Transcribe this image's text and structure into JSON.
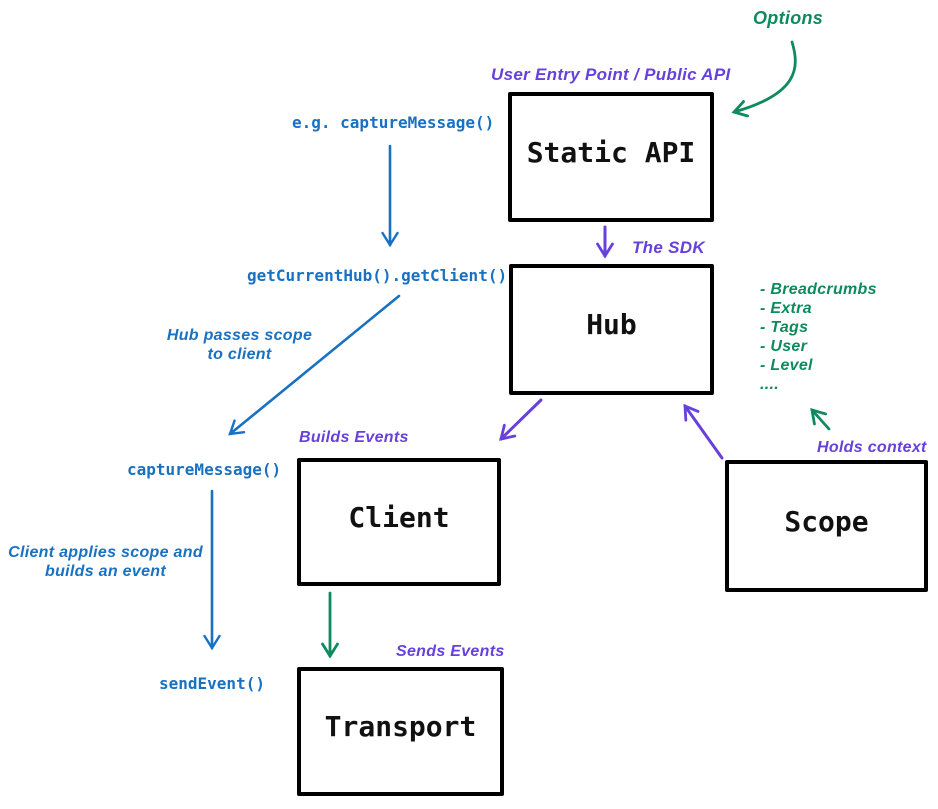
{
  "colors": {
    "blue": "#1971c2",
    "purple": "#6741d9",
    "green": "#0e8a5e",
    "box_border": "#000000",
    "box_text": "#111111",
    "background": "#ffffff"
  },
  "nodes": {
    "static_api": "Static API",
    "hub": "Hub",
    "client": "Client",
    "scope": "Scope",
    "transport": "Transport"
  },
  "annotations": {
    "options": "Options",
    "user_entry_point": "User Entry Point / Public API",
    "the_sdk": "The SDK",
    "eg_capture_message": "e.g. captureMessage()",
    "get_current_hub": "getCurrentHub().getClient()",
    "hub_passes_scope": [
      "Hub passes scope",
      "to client"
    ],
    "capture_message": "captureMessage()",
    "builds_events": "Builds Events",
    "client_applies_scope": [
      "Client applies scope and",
      "builds an event"
    ],
    "send_event": "sendEvent()",
    "sends_events": "Sends Events",
    "holds_context": "Holds context",
    "scope_context_items": [
      "- Breadcrumbs",
      "- Extra",
      "- Tags",
      "- User",
      "- Level",
      "...."
    ]
  }
}
